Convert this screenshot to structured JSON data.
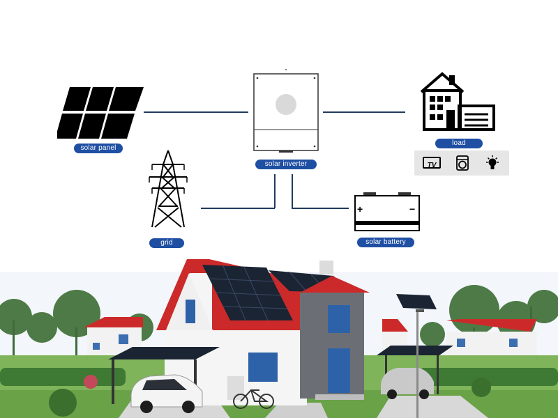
{
  "diagram": {
    "labels": {
      "solar_panel": "solar panel",
      "solar_inverter": "solar inverter",
      "load": "load",
      "grid": "grid",
      "solar_battery": "solar battery"
    },
    "battery_terminals": {
      "positive": "+",
      "negative": "−"
    },
    "appliances": {
      "tv": "TV"
    }
  },
  "colors": {
    "label_pill": "#1f4fa3",
    "connector": "#1f3a5c",
    "roof_red": "#cc2a2a",
    "panel_dark": "#1b2433"
  }
}
